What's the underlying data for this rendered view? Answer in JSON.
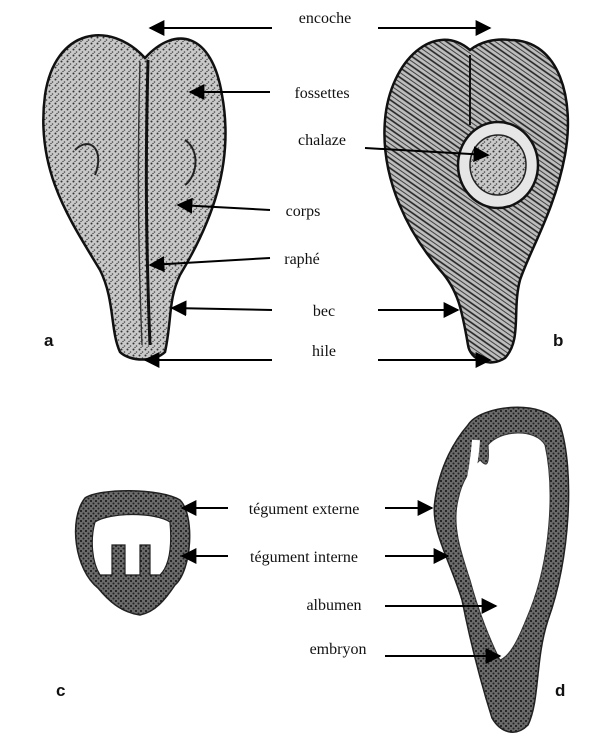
{
  "labels": {
    "encoche": "encoche",
    "fossettes": "fossettes",
    "chalaze": "chalaze",
    "corps": "corps",
    "raphe": "raphé",
    "bec": "bec",
    "hile": "hile",
    "tegument_externe": "tégument externe",
    "tegument_interne": "tégument interne",
    "albumen": "albumen",
    "embryon": "embryon"
  },
  "panels": {
    "a": "a",
    "b": "b",
    "c": "c",
    "d": "d"
  }
}
